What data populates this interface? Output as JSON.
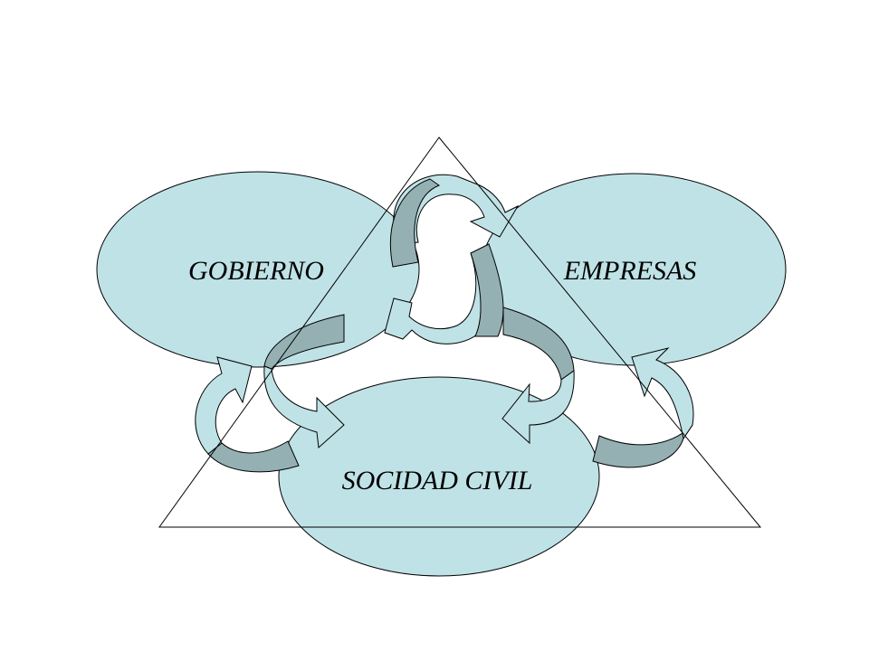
{
  "diagram": {
    "nodes": {
      "gobierno": {
        "label": "GOBIERNO"
      },
      "empresas": {
        "label": "EMPRESAS"
      },
      "sociedad": {
        "label": "SOCIDAD CIVIL"
      }
    },
    "colors": {
      "ellipse_fill": "#bfe2e6",
      "arrow_light": "#bfe2e6",
      "arrow_dark": "#94b0b3",
      "stroke": "#000000",
      "background": "#ffffff"
    }
  }
}
